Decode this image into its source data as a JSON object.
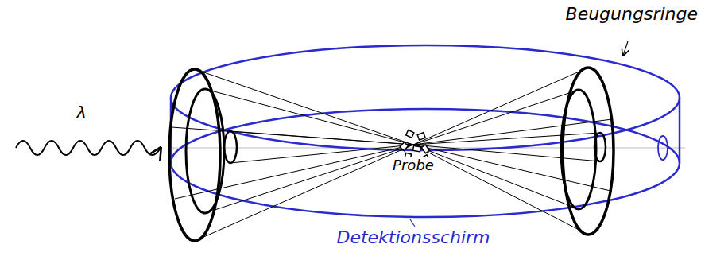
{
  "diagram": {
    "labels": [
      "λ",
      "Beugungsringe",
      "Probe",
      "Detektionsschirm"
    ]
  }
}
